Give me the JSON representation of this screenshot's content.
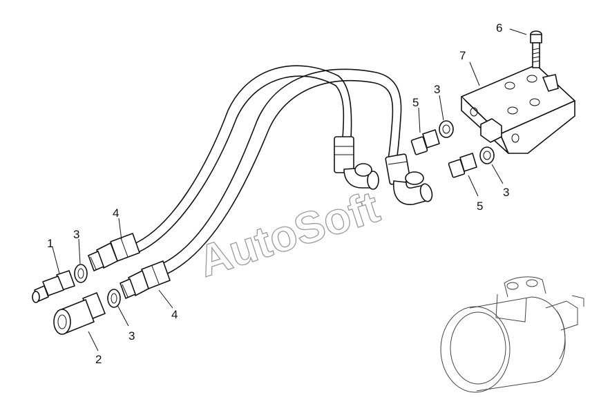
{
  "watermark": "AutoSoft",
  "callouts": {
    "c1": "1",
    "c2": "2",
    "c3a": "3",
    "c3b": "3",
    "c3c": "3",
    "c3d": "3",
    "c4a": "4",
    "c4b": "4",
    "c5a": "5",
    "c5b": "5",
    "c6": "6",
    "c7": "7"
  }
}
